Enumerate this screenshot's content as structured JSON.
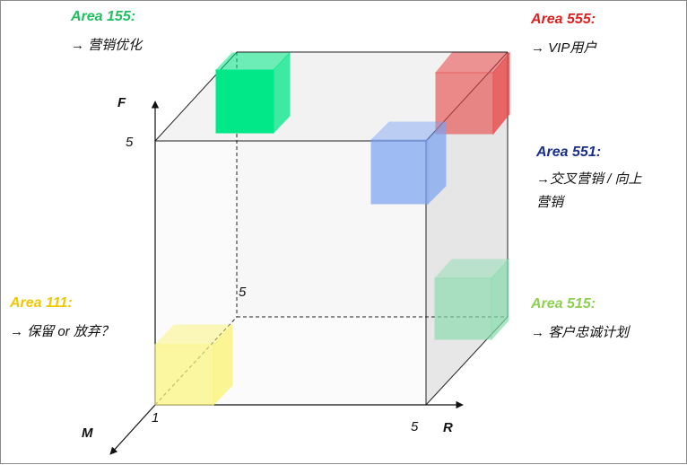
{
  "areas": {
    "a155": {
      "title": "Area 155:",
      "desc": "→ 营销优化",
      "color": "#20c060"
    },
    "a555": {
      "title": "Area 555:",
      "desc": "→ VIP用户",
      "color": "#e02020"
    },
    "a551": {
      "title": "Area 551:",
      "desc_line1": "→交叉营销 / 向上",
      "desc_line2": "营销",
      "color": "#1a2e8c"
    },
    "a111": {
      "title": "Area 111:",
      "desc": "→ 保留 or 放弃？",
      "color": "#f0c800"
    },
    "a515": {
      "title": "Area 515:",
      "desc": "→ 客户忠诚计划",
      "color": "#8ed050"
    }
  },
  "axes": {
    "f_label": "F",
    "r_label": "R",
    "m_label": "M"
  },
  "ticks": {
    "f_5": "5",
    "depth_5": "5",
    "origin_1": "1",
    "r_5": "5"
  },
  "cube_colors": {
    "green": "#00e887",
    "red": "#e84545",
    "blue": "#7aa2f2",
    "yellow": "#fbf47a",
    "lightgreen": "#86dcac"
  }
}
